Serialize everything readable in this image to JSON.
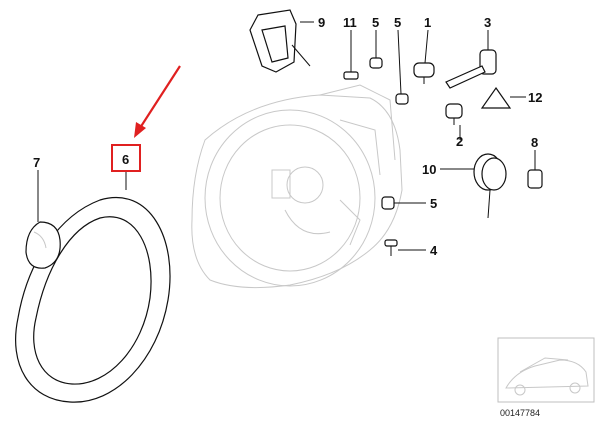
{
  "diagram": {
    "highlighted_part": "6",
    "callouts": [
      {
        "id": "p1",
        "label": "1"
      },
      {
        "id": "p2",
        "label": "2"
      },
      {
        "id": "p3",
        "label": "3"
      },
      {
        "id": "p4",
        "label": "4"
      },
      {
        "id": "p5a",
        "label": "5"
      },
      {
        "id": "p5b",
        "label": "5"
      },
      {
        "id": "p5c",
        "label": "5"
      },
      {
        "id": "p6",
        "label": "6"
      },
      {
        "id": "p7",
        "label": "7"
      },
      {
        "id": "p8",
        "label": "8"
      },
      {
        "id": "p9",
        "label": "9"
      },
      {
        "id": "p10",
        "label": "10"
      },
      {
        "id": "p11",
        "label": "11"
      },
      {
        "id": "p12",
        "label": "12"
      }
    ],
    "thumbnail_code": "00147784",
    "colors": {
      "highlight": "#e02020",
      "line": "#111111",
      "faint": "#c8c8c8"
    }
  }
}
